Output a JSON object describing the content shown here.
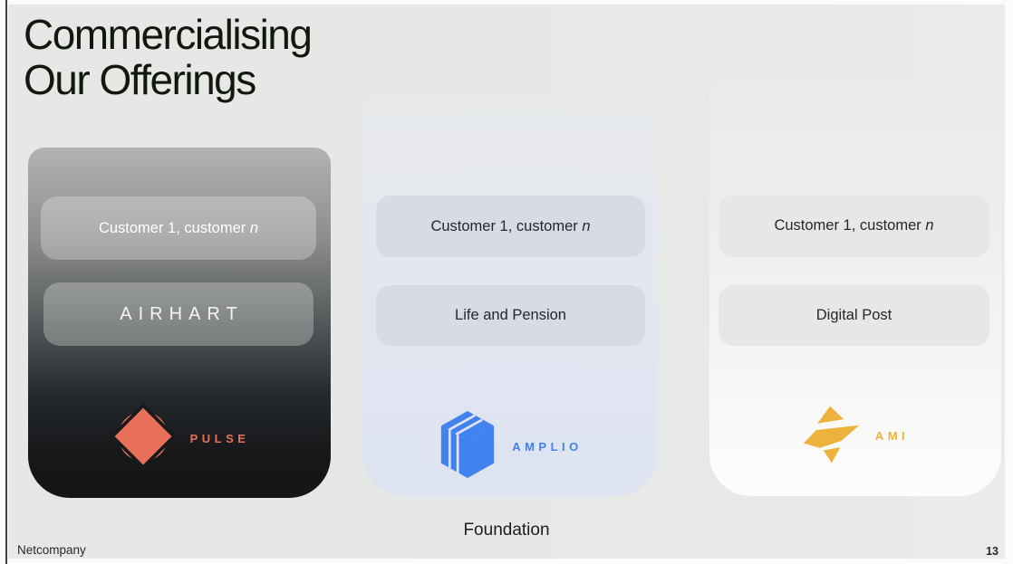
{
  "slide": {
    "title": {
      "line1": "Commercialising",
      "line2": "Our Offerings"
    },
    "foundation_label": "Foundation",
    "footer": {
      "company": "Netcompany",
      "page_number": "13"
    }
  },
  "cards": [
    {
      "id": "pulse",
      "customers": {
        "text": "Customer 1, customer ",
        "variable": "n"
      },
      "offering": "AIRHART",
      "brand": {
        "name": "PULSE",
        "color": "#E8705A"
      }
    },
    {
      "id": "amplio",
      "customers": {
        "text": "Customer 1, customer ",
        "variable": "n"
      },
      "offering": "Life and Pension",
      "brand": {
        "name": "AMPLIO",
        "color": "#4181F0"
      }
    },
    {
      "id": "ami",
      "customers": {
        "text": "Customer 1, customer ",
        "variable": "n"
      },
      "offering": "Digital Post",
      "brand": {
        "name": "AMI",
        "color": "#ECB23C"
      }
    }
  ]
}
